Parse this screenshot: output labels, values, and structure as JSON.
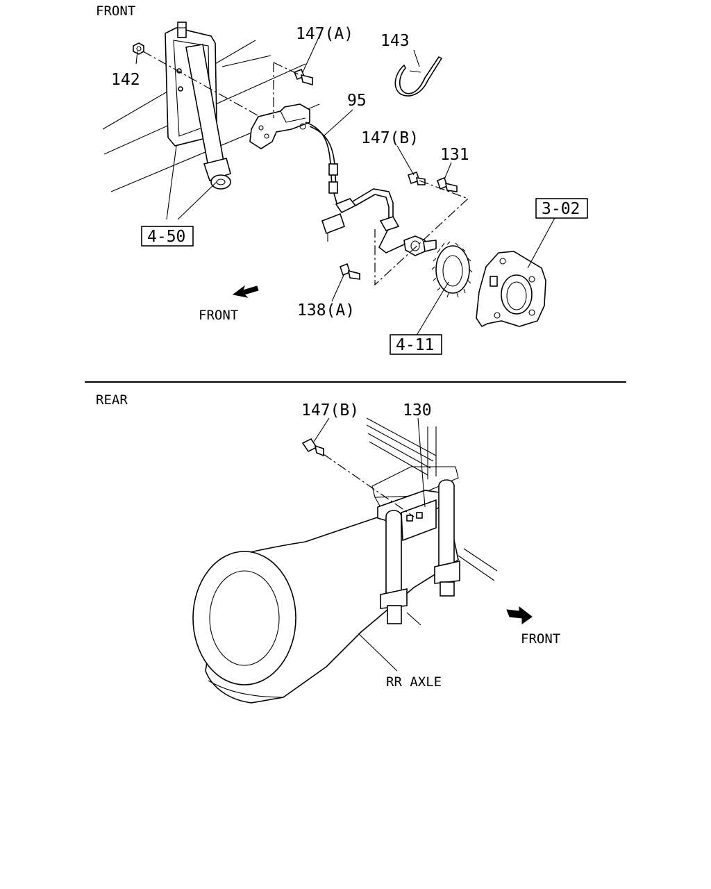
{
  "sections": {
    "front": "FRONT",
    "rear": "REAR"
  },
  "callouts": {
    "c142": "142",
    "c147a": "147(A)",
    "c143": "143",
    "c95": "95",
    "c147b_top": "147(B)",
    "c131": "131",
    "c302": "3-02",
    "c450": "4-50",
    "c138a": "138(A)",
    "c411": "4-11",
    "c147b_rear": "147(B)",
    "c130": "130",
    "rr_axle": "RR AXLE"
  },
  "direction_labels": {
    "front_top": "FRONT",
    "front_rear": "FRONT"
  }
}
